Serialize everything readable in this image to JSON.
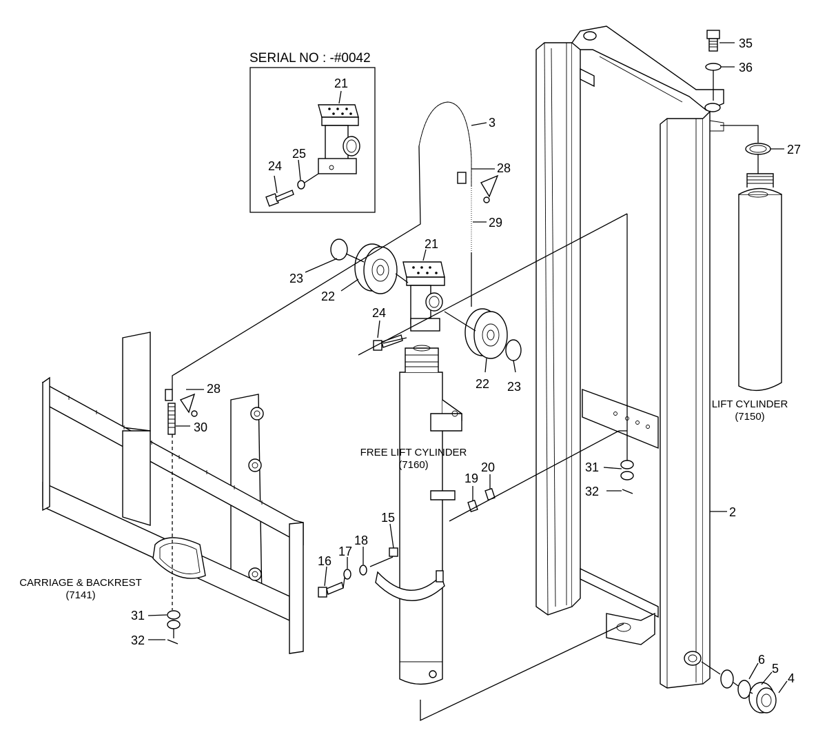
{
  "serial_box": {
    "title": "SERIAL NO : -#0042"
  },
  "assemblies": {
    "lift_cylinder": {
      "name": "LIFT CYLINDER",
      "code": "(7150)"
    },
    "free_lift_cylinder": {
      "name": "FREE LIFT CYLINDER",
      "code": "(7160)"
    },
    "carriage_backrest": {
      "name": "CARRIAGE & BACKREST",
      "code": "(7141)"
    }
  },
  "callouts": {
    "c2": "2",
    "c3": "3",
    "c4": "4",
    "c5": "5",
    "c6": "6",
    "c15": "15",
    "c16": "16",
    "c17": "17",
    "c18": "18",
    "c19": "19",
    "c20": "20",
    "c21_box": "21",
    "c21": "21",
    "c22a": "22",
    "c22b": "22",
    "c23a": "23",
    "c23b": "23",
    "c24_box": "24",
    "c24": "24",
    "c25": "25",
    "c27": "27",
    "c28a": "28",
    "c28b": "28",
    "c29": "29",
    "c30": "30",
    "c31a": "31",
    "c31b": "31",
    "c32a": "32",
    "c32b": "32",
    "c35": "35",
    "c36": "36"
  }
}
